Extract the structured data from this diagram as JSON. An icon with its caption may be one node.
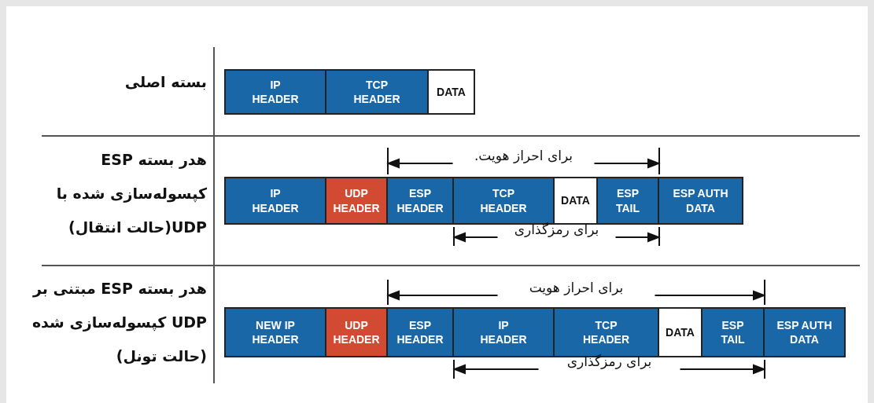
{
  "diagram": {
    "nodes": [
      {
        "text": [
          "IP HEADER"
        ]
      },
      {
        "text": [
          "TCP HEADER"
        ]
      },
      {
        "text": [
          "DATA"
        ]
      },
      {
        "text": [
          "IP HEADER"
        ]
      },
      {
        "text": [
          "UDP HEADER"
        ]
      },
      {
        "text": [
          "ESP HEADER"
        ]
      },
      {
        "text": [
          "TCP HEADER"
        ]
      },
      {
        "text": [
          "DATA"
        ]
      },
      {
        "text": [
          "ESP TAIL"
        ]
      },
      {
        "text": [
          "ESP AUTH DATA"
        ]
      },
      {
        "text": [
          "NEW IP HEADER"
        ]
      },
      {
        "text": [
          "UDP HEADER"
        ]
      },
      {
        "text": [
          "ESP HEADER"
        ]
      },
      {
        "text": [
          "IP HEADER"
        ]
      },
      {
        "text": [
          "TCP HEADER"
        ]
      },
      {
        "text": [
          "DATA"
        ]
      },
      {
        "text": [
          "ESP TAIL"
        ]
      },
      {
        "text": [
          "ESP AUTH DATA"
        ]
      }
    ],
    "labels": [
      "بسته اصلی",
      "هدر بسته ESP کپسوله‌سازی شده با UDP(حالت انتقال)",
      "برای احراز هویت.",
      "برای رمزگذاری",
      "هدر بسته ESP مبتنی بر UDP کپسوله‌سازی شده (حالت تونل)",
      "برای احراز هویت",
      "برای رمزگذاری"
    ]
  }
}
